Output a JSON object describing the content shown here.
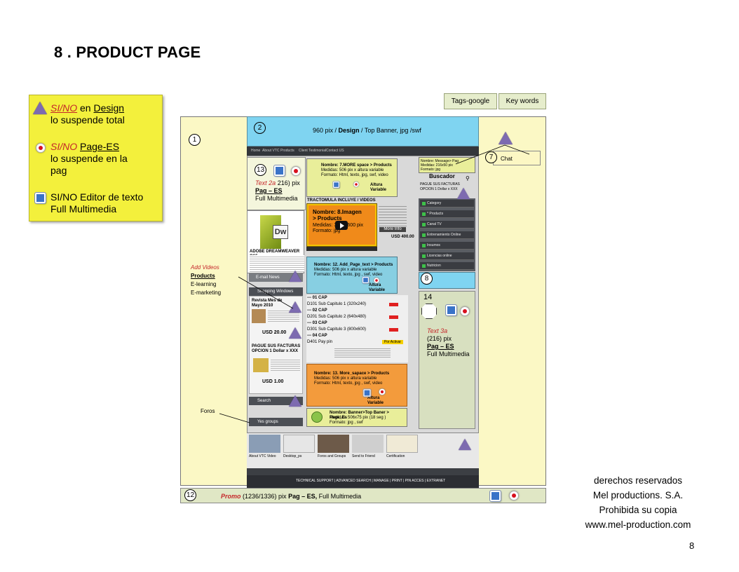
{
  "page_title": "8 . PRODUCT PAGE",
  "legend": {
    "item1_si_no": "SI/NO",
    "item1_en": " en ",
    "item1_design": "Design",
    "item1_line2": "lo suspende total",
    "item2_si_no": "SI/NO ",
    "item2_page": "Page-ES",
    "item2_line2": "lo suspende en la",
    "item2_line3": "pag",
    "item3_line1": "SI/NO Editor de texto",
    "item3_line2": "Full Multimedia"
  },
  "tags": {
    "google": "Tags-google",
    "keywords": "Key words"
  },
  "labels": {
    "n1": "1",
    "n2": "2",
    "n7": "7",
    "n8": "8",
    "n12": "12",
    "n13": "13",
    "n14": "14",
    "banner": "960 pix / ",
    "banner_design": "Design",
    "banner_rest": " / Top Banner, jpg /swf",
    "chat": "Chat",
    "buscador": "Buscador"
  },
  "text2a": {
    "title": "Text 2a",
    "size": " 216) pix",
    "page": "Pag – ES",
    "multi": "Full Multimedia"
  },
  "text3a": {
    "title": "Text 3a",
    "size": "(216) pix",
    "page": "Pag – ES",
    "multi": "Full Multimedia"
  },
  "left_notes": {
    "add_videos": "Add Videos",
    "products": "Products",
    "elearning": "E-learning",
    "emarketing": "E-marketing",
    "foros": "Foros"
  },
  "promo": {
    "promo": "Promo",
    "rest1": " (1236/1336) pix ",
    "page": "Pag – ES,",
    "rest2": " Full Multimedia"
  },
  "cards": {
    "c7_title": "Nombre: 7.MORE space > Products",
    "c7_l2": "Medidas: 506 pix x altura variable",
    "c7_l3": "Formato: Html, texto, jpg, swf, video",
    "c7_alt": "Altura Variable",
    "c8_title": "Nombre: 8.Imagen > Products",
    "c8_l2": "Medidas: 330 x 600 pix",
    "c8_l3": "Formato: jpg",
    "c12_title": "Nombre: 12. Add_Page_text > Products",
    "c12_l2": "Medidas: 506 pix x altura variable",
    "c12_l3": "Formato: Html, texto, jpg , swf, video",
    "c12_alt": "Altura Variable",
    "c13_title": "Nombre: 13. More_sapace > Products",
    "c13_l2": "Medidas: 506 pix x altura variable",
    "c13_l3": "Formato: Html, texto, jpg , swf, video",
    "c13_alt": "Altura Variable",
    "cb_title": "Nombre: Banner>Top Baner > Page_Es",
    "cb_l2": "Medidas: 506x75 pix  (18 seg )",
    "cb_l3": "Formato: jpg , swf",
    "msg_title": "Nombre: Message> Pag",
    "msg_l2": "Medidas: 216x50 pix",
    "msg_l3": "Formato: jpg"
  },
  "mid": {
    "tractomula": "TRACTOMULA INCLUYE / VIDEOS",
    "usd400": "USD 400.00",
    "more_info": "More Info",
    "caps": [
      "--- 01 CAP",
      "--- 02 CAP",
      "--- 03 CAP",
      "--- 04 CAP"
    ],
    "cap_lines": [
      "D101 Sub Capitulo 1 (320x240)",
      "D201 Sub Capitulo 2 (640x480)",
      "D301 Sub Capitulo 3 (800x600)",
      "D401 Pay pin"
    ],
    "por_active": "Por Activar"
  },
  "left_col": {
    "adobe": "ADOBE DREAMWEAVER CS5",
    "email_news": "E-mail News",
    "shopping": "Shopping Windows",
    "revista": "Revista Mes de Mayo 2010",
    "usd20": "USD 20.00",
    "pague": "PAGUE SUS FACTURAS OPCION 1 Dollar x XXX",
    "usd1": "USD 1.00",
    "search": "Search",
    "yes_groups": "Yes groups"
  },
  "right_col": {
    "header": "PAGUE SUS FACTURAS OPCION 1 Dollar x XXX",
    "items": [
      "Category",
      "* Products",
      "Canal TV",
      "Entrenamiento Online",
      "Insumos",
      "Licencias online",
      "Nutricion"
    ]
  },
  "gallery": [
    "About VTC Video",
    "Desktop_ps",
    "Foros and Groups",
    "Send to Friend",
    "Certification"
  ],
  "navbar": [
    "Home",
    "About VTC",
    "Products",
    "Client Testimonial",
    "Contact US"
  ],
  "footer_bar": "TECHNICAL SUPPORT | ADVANCED SEARCH | MANAGE | PRINT | PIN ACCES | EXTRANET",
  "rights": {
    "l1": "derechos reservados",
    "l2": "Mel productions. S.A.",
    "l3": "Prohibida su copia",
    "l4": "www.mel-production.com"
  },
  "page_number": "8",
  "colors": {
    "legend_bg": "#f3f03c",
    "frame_bg": "#fbf8c5",
    "banner": "#7fd4f1",
    "triangle": "#7d6bb0",
    "record": "#d8101d",
    "square": "#3a73c8",
    "red_text": "#c5262a"
  }
}
